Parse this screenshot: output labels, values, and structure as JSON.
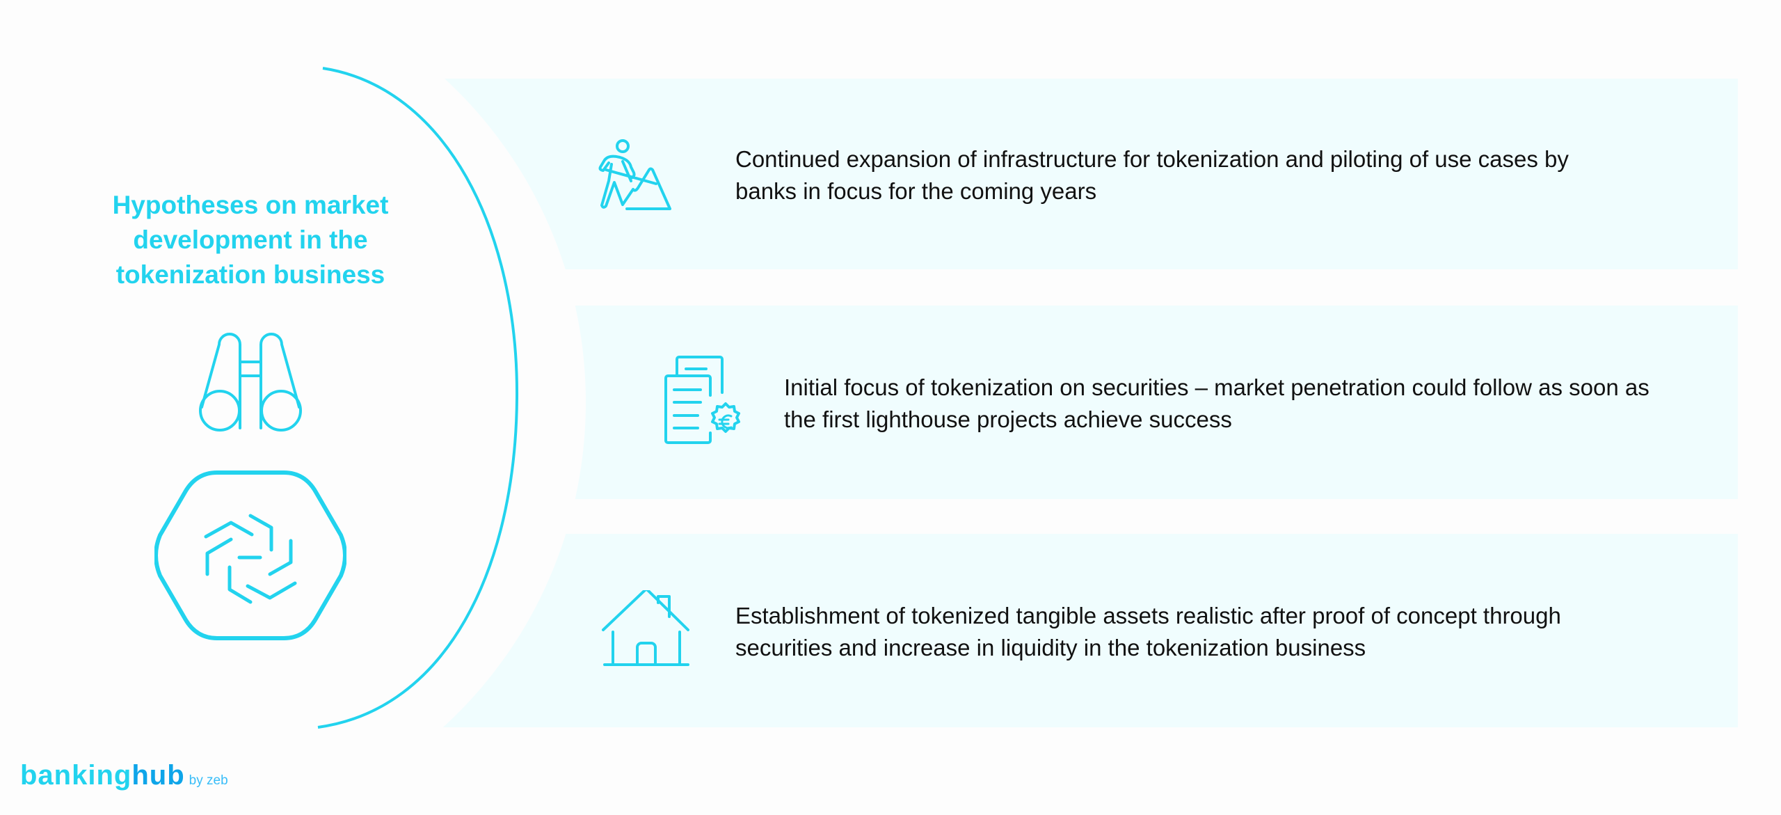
{
  "title": {
    "lines": [
      "Hypotheses on market",
      "development in the",
      "tokenization business"
    ]
  },
  "hypotheses": [
    {
      "icon": "worker-mountain-icon",
      "lines": [
        "Continued expansion of infrastructure for tokenization and piloting of use cases by",
        "banks in focus for the coming years"
      ]
    },
    {
      "icon": "securities-document-euro-icon",
      "lines": [
        "Initial focus of tokenization on securities – market penetration could follow as soon as",
        "the first lighthouse projects achieve success"
      ]
    },
    {
      "icon": "house-icon",
      "lines": [
        "Establishment of tokenized tangible assets realistic after proof of concept through",
        "securities and increase in liquidity in the tokenization business"
      ]
    }
  ],
  "logo": {
    "part1": "banking",
    "part2": "hub",
    "part3": "by zeb"
  },
  "colors": {
    "accent": "#22d3ee",
    "panel": "#f0fdfe",
    "text": "#111111"
  }
}
